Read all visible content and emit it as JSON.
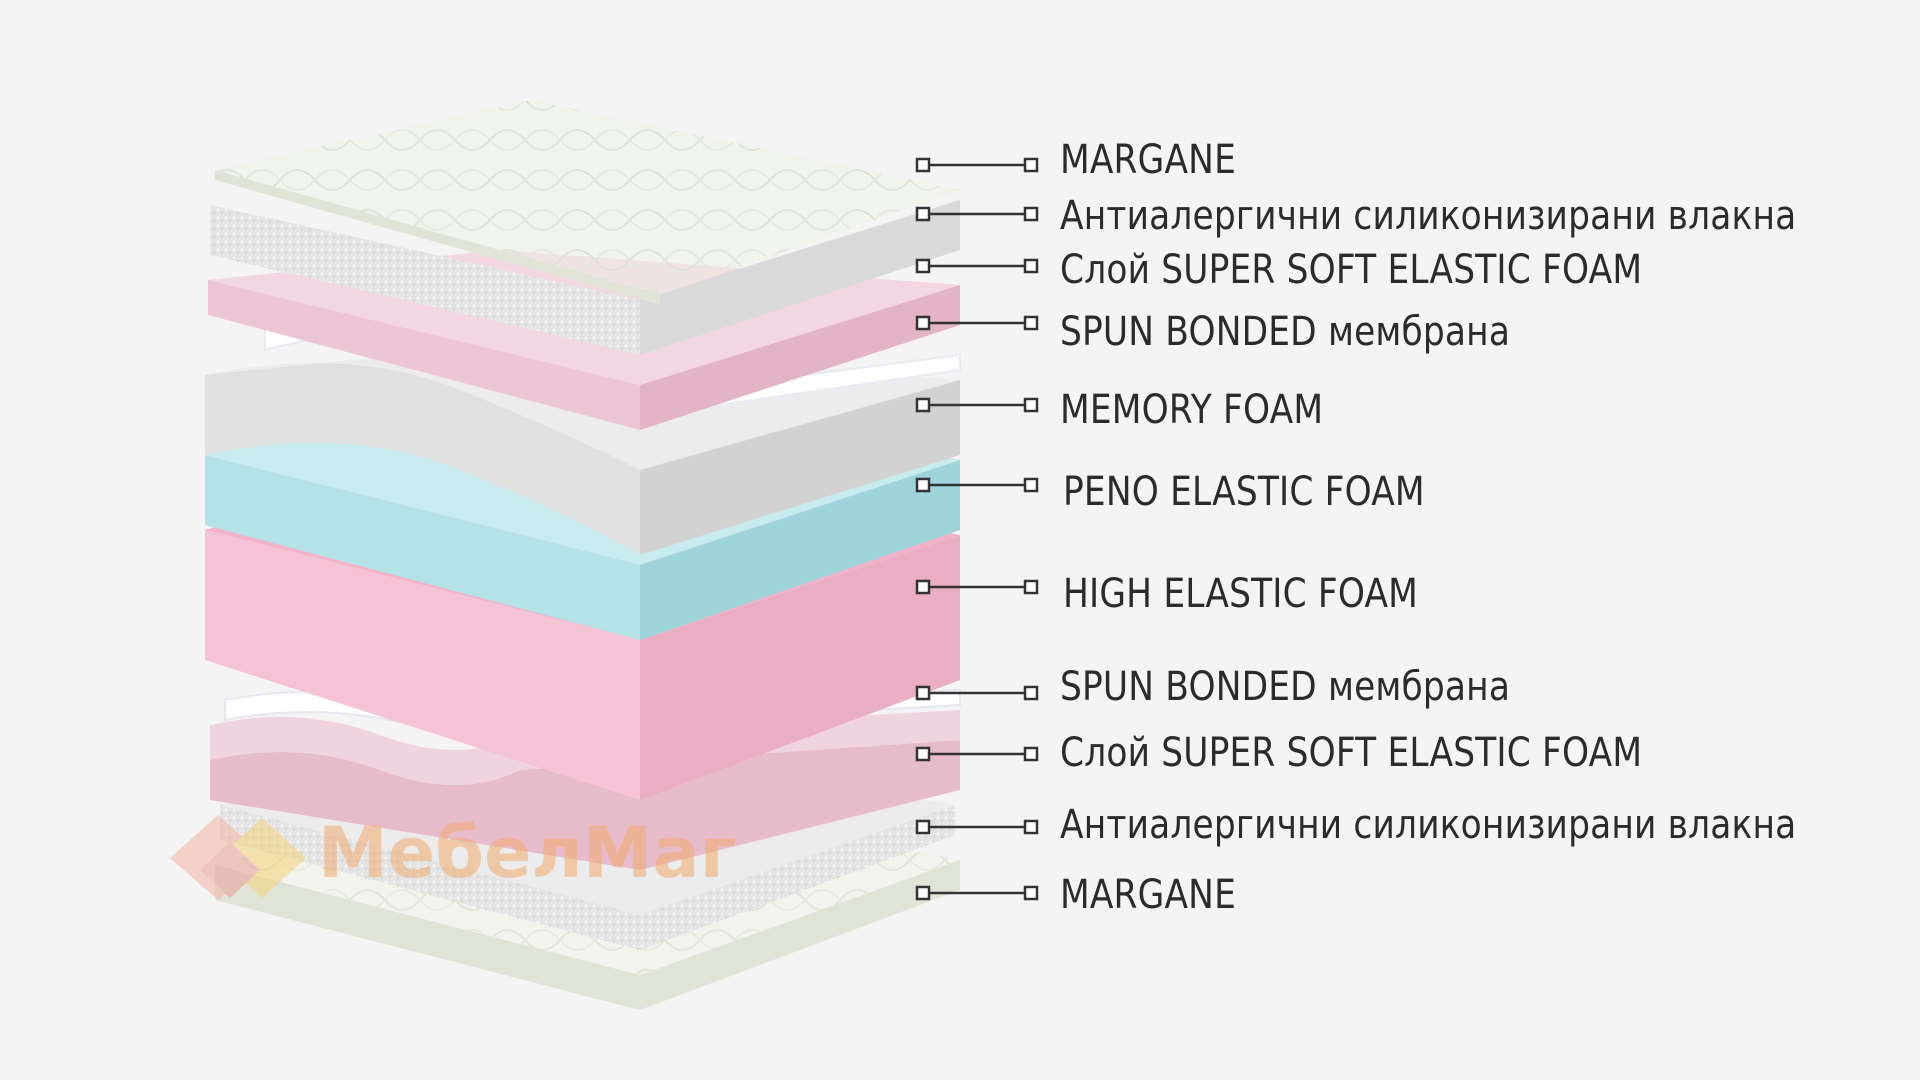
{
  "watermark": {
    "brand_text": "МебелМаг"
  },
  "layers": [
    {
      "label": "MARGANE"
    },
    {
      "label": "Антиалергични силиконизирани влакна"
    },
    {
      "label": "Слой SUPER SOFT ELASTIC FOAM"
    },
    {
      "label": "SPUN BONDED мембрана"
    },
    {
      "label": "MEMORY FOAM"
    },
    {
      "label": "PENO ELASTIC FOAM"
    },
    {
      "label": "HIGH ELASTIC FOAM"
    },
    {
      "label": "SPUN BONDED мембрана"
    },
    {
      "label": "Слой SUPER SOFT ELASTIC FOAM"
    },
    {
      "label": "Антиалергични силиконизирани влакна"
    },
    {
      "label": "MARGANE"
    }
  ],
  "colors": {
    "background": "#f4f4f4",
    "quilt": "#eef2e6",
    "fiber": "#e2e2e2",
    "pink_light": "#ecc8d6",
    "membrane": "#f6f8fb",
    "memory": "#d9d9d9",
    "peno": "#a9dde2",
    "high_elastic": "#f3c2d4",
    "leader": "#333333",
    "text": "#2b2b2b"
  }
}
